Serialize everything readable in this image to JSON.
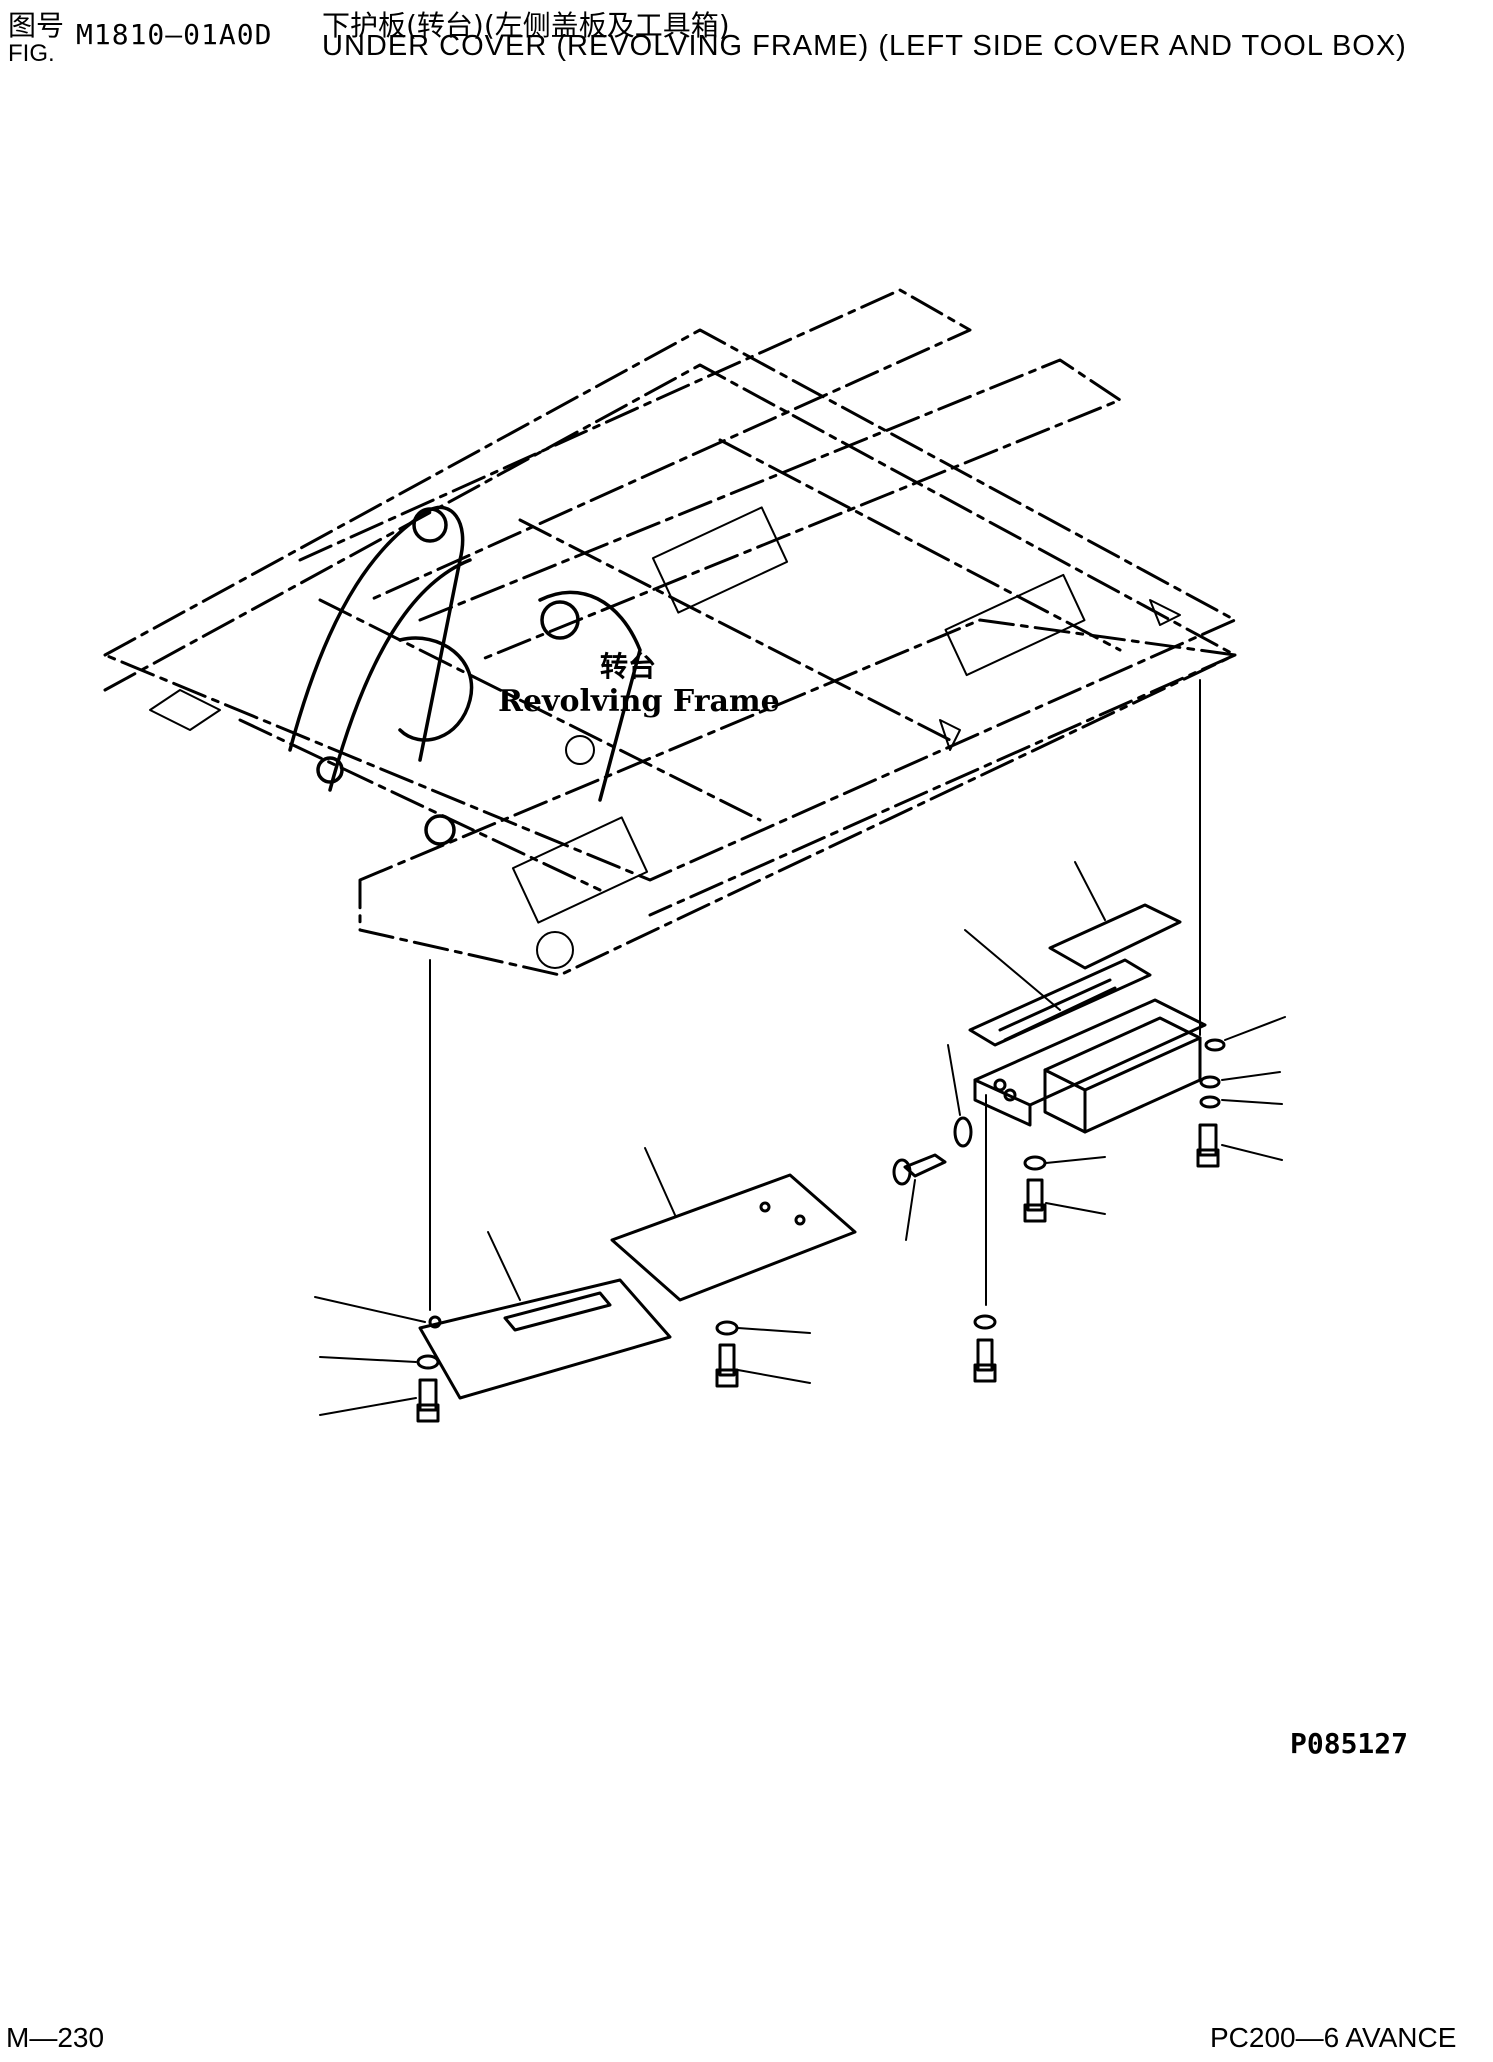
{
  "header": {
    "fig_cn": "图号",
    "fig_en": "FIG.",
    "fig_code": "M1810—01A0D",
    "title_cn": "下护板(转台)(左侧盖板及工具箱)",
    "title_en": "UNDER COVER (REVOLVING FRAME) (LEFT SIDE COVER AND TOOL BOX)"
  },
  "diagram": {
    "frame_label_cn": "转台",
    "frame_label_en": "Revolving Frame",
    "picture_code": "P085127"
  },
  "footer": {
    "page": "M—230",
    "model": "PC200—6 AVANCE"
  }
}
